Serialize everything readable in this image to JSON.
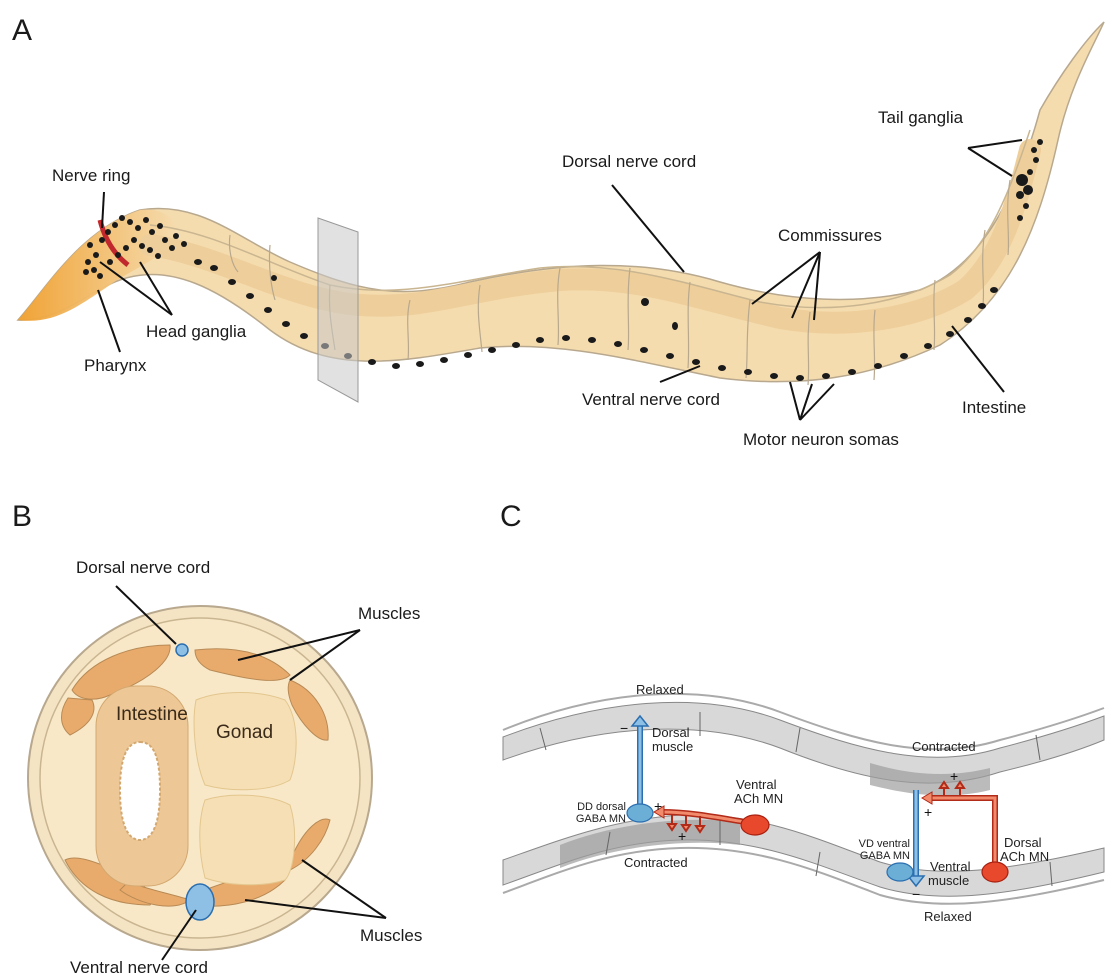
{
  "panels": {
    "a": "A",
    "b": "B",
    "c": "C"
  },
  "panel_a": {
    "labels": {
      "nerve_ring": "Nerve ring",
      "head_ganglia": "Head ganglia",
      "pharynx": "Pharynx",
      "dorsal_nerve_cord": "Dorsal nerve cord",
      "commissures": "Commissures",
      "tail_ganglia": "Tail ganglia",
      "intestine": "Intestine",
      "ventral_nerve_cord": "Ventral nerve cord",
      "motor_neuron_somas": "Motor neuron somas"
    }
  },
  "panel_b": {
    "labels": {
      "dorsal_nerve_cord": "Dorsal nerve cord",
      "muscles_top": "Muscles",
      "intestine": "Intestine",
      "gonad": "Gonad",
      "muscles_bottom": "Muscles",
      "ventral_nerve_cord": "Ventral nerve cord"
    }
  },
  "panel_c": {
    "labels": {
      "relaxed_top": "Relaxed",
      "contracted_top": "Contracted",
      "dorsal_muscle_1": "Dorsal",
      "dorsal_muscle_2": "muscle",
      "ventral_ach_1": "Ventral",
      "ventral_ach_2": "ACh MN",
      "dd_1": "DD dorsal",
      "dd_2": "GABA MN",
      "contracted_bottom": "Contracted",
      "vd_1": "VD ventral",
      "vd_2": "GABA MN",
      "ventral_muscle_1": "Ventral",
      "ventral_muscle_2": "muscle",
      "dorsal_ach_1": "Dorsal",
      "dorsal_ach_2": "ACh MN",
      "relaxed_bottom": "Relaxed"
    },
    "signs": {
      "minus": "−",
      "plus": "+"
    }
  },
  "colors": {
    "body_fill": "#f5dcaf",
    "body_outline": "#b8a88e",
    "head_orange": "#f2a23a",
    "nerve_ring_red": "#c0282d",
    "gaba_blue": "#6baed6",
    "ach_red": "#e8482c",
    "muscle_orange": "#e9ab6c"
  }
}
